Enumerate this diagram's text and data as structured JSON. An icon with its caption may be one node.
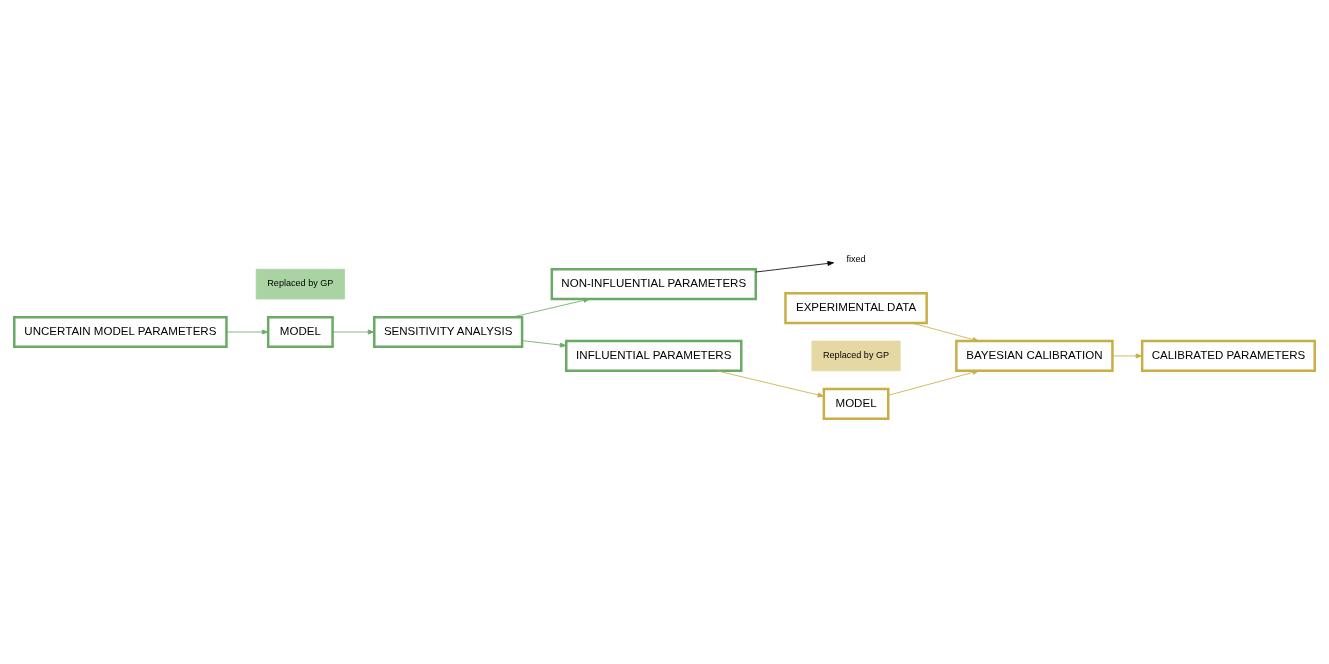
{
  "diagram": {
    "nodes": [
      {
        "text": [
          "UNCERTAIN MODEL PARAMETERS"
        ]
      },
      {
        "text": [
          "Replaced by GP"
        ]
      },
      {
        "text": [
          "MODEL"
        ]
      },
      {
        "text": [
          "SENSITIVITY ANALYSIS"
        ]
      },
      {
        "text": [
          "NON-INFLUENTIAL PARAMETERS"
        ]
      },
      {
        "text": [
          "fixed"
        ]
      },
      {
        "text": [
          "INFLUENTIAL PARAMETERS"
        ]
      },
      {
        "text": [
          "Replaced by GP"
        ]
      },
      {
        "text": [
          "MODEL"
        ]
      },
      {
        "text": [
          "BAYESIAN CALIBRATION"
        ]
      },
      {
        "text": [
          "CALIBRATED PARAMETERS"
        ]
      },
      {
        "text": [
          "EXPERIMENTAL DATA"
        ]
      }
    ],
    "edges": [
      {
        "from": 0,
        "to": 2,
        "arrow": "to",
        "color": "#6aaa64"
      },
      {
        "from": 2,
        "to": 3,
        "arrow": "to",
        "color": "#6aaa64"
      },
      {
        "from": 3,
        "to": 4,
        "arrow": "to",
        "color": "#6aaa64"
      },
      {
        "from": 3,
        "to": 6,
        "arrow": "to",
        "color": "#6aaa64"
      },
      {
        "from": 4,
        "to": 5,
        "arrow": "to",
        "color": "#000000"
      },
      {
        "from": 6,
        "to": 8,
        "arrow": "to",
        "color": "#c9ad45"
      },
      {
        "from": 8,
        "to": 9,
        "arrow": "to",
        "color": "#c9ad45"
      },
      {
        "from": 9,
        "to": 10,
        "arrow": "to",
        "color": "#c9ad45"
      },
      {
        "from": 11,
        "to": 9,
        "arrow": "to",
        "color": "#c9ad45"
      }
    ]
  }
}
